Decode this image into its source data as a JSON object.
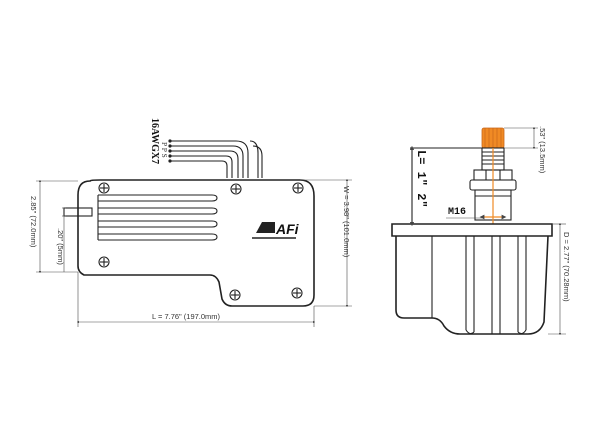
{
  "colors": {
    "orange": "#f08a24",
    "ink": "#222222"
  },
  "top_view": {
    "cable_label": "16AWGX7",
    "wire_letters": "P P S",
    "width_dim": "W = 3.98\" (101.0mm)",
    "height_dim": "2.85\" (72.0mm)",
    "offset_dim": ".20\" (5mm)",
    "length_dim": "L = 7.76\" (197.0mm)",
    "logo": "AFi"
  },
  "side_view": {
    "shaft_dim": ".53\" (13.5mm)",
    "thread_label": "M16",
    "shaft_length_label": "L= 1\" 2\"",
    "depth_dim": "D = 2.77\" (70.28mm)"
  }
}
